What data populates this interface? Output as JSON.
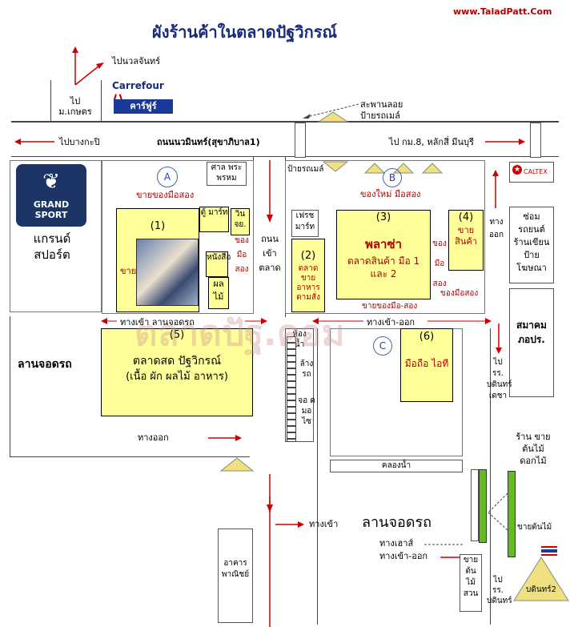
{
  "header": {
    "title": "ผังร้านค้าในตลาดปัฐวิกรณ์",
    "website": "www.TaladPatt.Com",
    "watermark": "ตลาดปัฐ.คอม"
  },
  "roads": {
    "to_nawamin": "ไปนวลจันทร์",
    "to_kaset": "ไป ม.เกษตร",
    "to_bangkapi": "ไปบางกะปิ",
    "main_road": "ถนนนวมินทร์(สุขาภิบาล1)",
    "to_minburi": "ไป กม.8, หลักสี่ มีนบุรี",
    "overpass": "สะพานลอย",
    "bus_stop": "ป้ายรถเมล์",
    "bus_stop2": "ป้ายรถเมล์",
    "market_road": "ถนน เข้า ตลาด"
  },
  "landmarks": {
    "carrefour": "Carrefour",
    "carrefour_thai": "คาร์ฟูร์",
    "grandsport_logo": "GRAND SPORT",
    "grandsport_thai": "แกรนด์ สปอร์ต",
    "caltex": "CALTEX",
    "repair_shop": "ซ่อม รถยนต์ ร้านเขียน ป้าย โฆษณา",
    "association": "สมาคม ภอปร.",
    "parking_left": "ลานจอดรถ",
    "parking_bottom": "ลานจอดรถ",
    "commercial_building": "อาคาร พาณิชย์",
    "to_bodindecha1": "ไป รร. บดินทร์ เดชา",
    "to_bodindecha2": "ไป รร. บดินทร์",
    "tree_shop_right": "ร้าน ขาย ต้นไม้ ดอกไม้",
    "tree_vertical": "ขายต้นไม้",
    "tree_garden": "ขาย ต้น ไม้ สวน",
    "bodin_tri": "บดินทร์2",
    "canal": "คลองน้ำ"
  },
  "zones": {
    "a_letter": "A",
    "a_label": "ขายของมือสอง",
    "b_letter": "B",
    "b_label": "ของใหม่ มือสอง",
    "c_letter": "C",
    "shrine": "ศาล พระพรหม"
  },
  "shops": {
    "s1_num": "(1)",
    "s1_side": "ขาย",
    "mini_mart": "ตู้ มาร์ท",
    "win_moto": "วิน จย.",
    "secondhand_v": "ของ มือ สอง",
    "books": "หนังสือ",
    "fruit": "ผล ไม้",
    "fresh_mart": "เฟรช มาร์ท",
    "s2_num": "(2)",
    "s2_label": "ตลาด ขาย อาหาร ตามสั่ง",
    "s3_num": "(3)",
    "s3_title": "พลาซ่า",
    "s3_sub": "ตลาดสินค้า มือ 1 และ 2",
    "s4_num": "(4)",
    "s4_label": "ขาย สินค้า",
    "plaza_left": "ของ มือ สอง",
    "plaza_bottom": "ขายของมือ-สอง",
    "plaza_right": "ของมือสอง",
    "s5_num": "(5)",
    "s5_title": "ตลาดสด ปัฐวิกรณ์",
    "s5_sub": "(เนื้อ ผัก ผลไม้ อาหาร)",
    "s6_num": "(6)",
    "s6_label": "มือถือ ไอที",
    "toilet": "ห้อง น้ำ",
    "car_wash": "ล้าง รถ",
    "moto_park": "จอ ด มอ ไซ"
  },
  "paths": {
    "entrance_a": "ทางเข้า ลานจอดรถ",
    "entrance_exit_top": "ทางเข้า-ออก",
    "exit_right": "ทาง ออก",
    "exit_left": "ทางออก",
    "entrance_bottom": "ทางเข้า",
    "exit_house": "ทางเฮาส์",
    "entrance_exit_bottom": "ทางเข้า-ออก"
  },
  "colors": {
    "yellow": "#ffff99",
    "red": "#b00000",
    "navy": "#1a2a7a",
    "green": "#66bb22",
    "triangle": "#f0e080"
  }
}
